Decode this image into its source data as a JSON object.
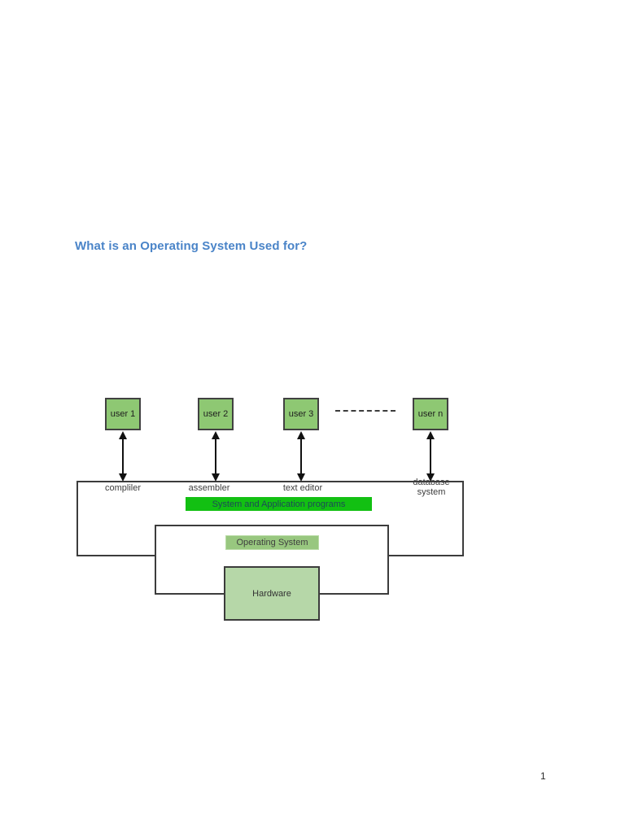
{
  "page": {
    "heading": "What is an Operating System Used for?",
    "page_number": "1"
  },
  "diagram": {
    "users": [
      "user 1",
      "user 2",
      "user 3",
      "user n"
    ],
    "program_labels": [
      "compliler",
      "assembler",
      "text editor",
      "database system"
    ],
    "system_bar_label": "System and Application programs",
    "os_label": "Operating System",
    "hardware_label": "Hardware",
    "colors": {
      "heading_blue": "#4a84c8",
      "user_box_fill": "#8ec873",
      "system_bar_fill": "#12c012",
      "os_bar_fill": "#98c77f",
      "hardware_fill": "#b6d7a8",
      "line_color": "#3c3c3c"
    }
  }
}
